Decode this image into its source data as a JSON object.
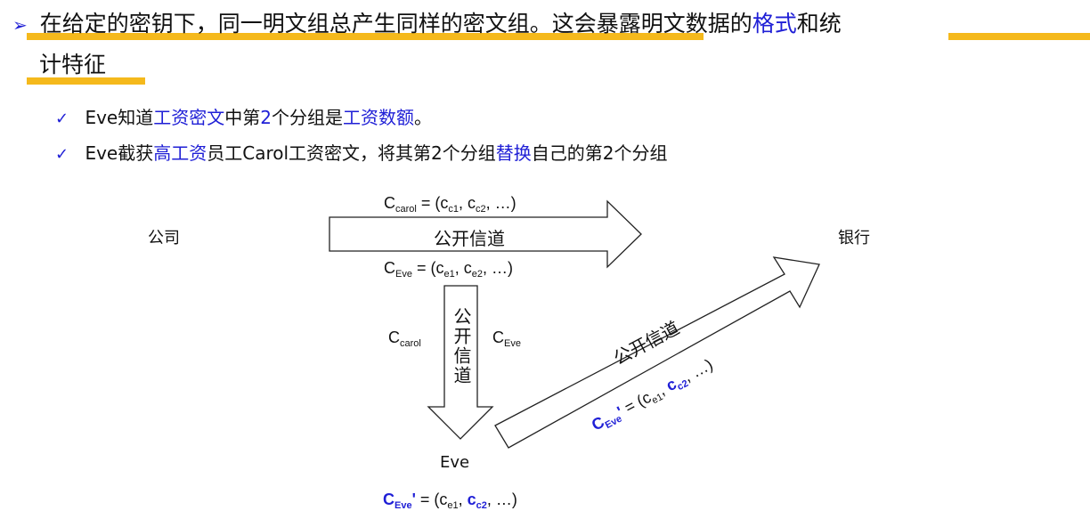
{
  "heading": {
    "bullet": "➢",
    "part1": "在给定的密钥下，同一明文组总产生同样的密文组。这会暴露明文数据的",
    "part2": "格式",
    "part3": "和统",
    "line2": "计特征"
  },
  "points": [
    {
      "check": "✓",
      "a": "Eve知道",
      "b": "工资密文",
      "c": "中第",
      "d": "2",
      "e": "个分组是",
      "f": "工资数额",
      "g": "。"
    },
    {
      "check": "✓",
      "a": "Eve截获",
      "b": "高工资",
      "c": "员工Carol工资密文，将其第2个分组",
      "d": "替换",
      "e": "自己的第2个分组"
    }
  ],
  "diagram": {
    "company": "公司",
    "bank": "银行",
    "eve": "Eve",
    "channel": "公开信道",
    "c_carol_main": "C",
    "c_carol_sub": "carol",
    "c_carol_rest": " = (c",
    "cc1": "c1",
    "cc_mid": ", c",
    "cc2": "c2",
    "cc_tail": ", …)",
    "c_eve_main": "C",
    "c_eve_sub": "Eve",
    "c_eve_rest": " = (c",
    "ce1": "e1",
    "ce_mid": ", c",
    "ce2": "e2",
    "ce_tail": ", …)",
    "left_label_main": "C",
    "left_label_sub": "carol",
    "right_label_main": "C",
    "right_label_sub": "Eve",
    "diag_main": "C",
    "diag_sub": "Eve",
    "diag_prime": "'",
    "diag_rest": " = (c",
    "diag_e1": "e1",
    "diag_mid": ", ",
    "diag_c": "c",
    "diag_c2": "c2",
    "diag_tail": ", …)",
    "bottom_main": "C",
    "bottom_sub": "Eve",
    "bottom_prime": "'",
    "bottom_rest": " = (c",
    "bottom_e1": "e1",
    "bottom_mid": ", ",
    "bottom_c": "c",
    "bottom_c2": "c2",
    "bottom_tail": ", …)"
  },
  "colors": {
    "highlight": "#f5b91c",
    "accent": "#1f1fd6"
  }
}
